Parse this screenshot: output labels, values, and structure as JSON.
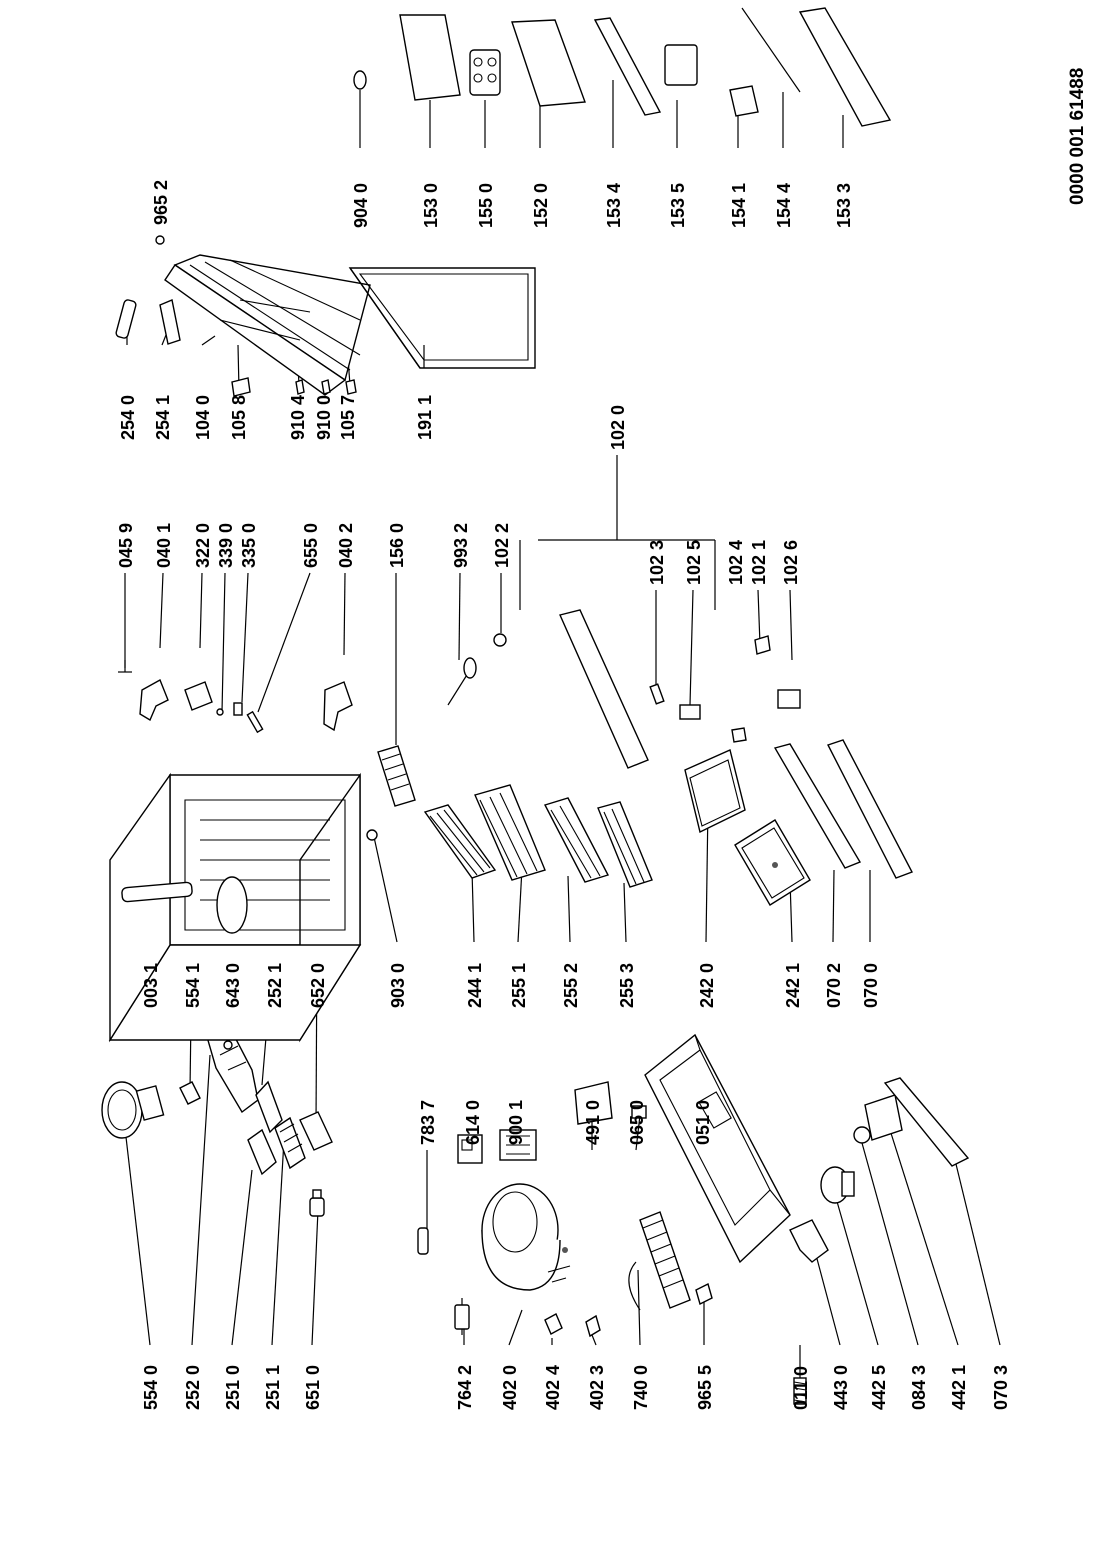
{
  "document_number": "0000 001 61488",
  "labels": {
    "p5540": "554 0",
    "p2520": "252 0",
    "p2510": "251 0",
    "p2511": "251 1",
    "p6510": "651 0",
    "p7642": "764 2",
    "p4020": "402 0",
    "p4024": "402 4",
    "p4023": "402 3",
    "p7400": "740 0",
    "p9655": "965 5",
    "p0110": "011 0",
    "p4430": "443 0",
    "p4425": "442 5",
    "p0843": "084 3",
    "p4421": "442 1",
    "p0703": "070 3",
    "p7837": "783 7",
    "p6140": "614 0",
    "p9001": "900 1",
    "p4910": "491 0",
    "p0650": "065 0",
    "p0510": "051 0",
    "p0031": "003 1",
    "p5541": "554 1",
    "p6430": "643 0",
    "p2521": "252 1",
    "p6520": "652 0",
    "p9030": "903 0",
    "p2441": "244 1",
    "p2551": "255 1",
    "p2552": "255 2",
    "p2553": "255 3",
    "p2420": "242 0",
    "p2421": "242 1",
    "p0702": "070 2",
    "p0700": "070 0",
    "p0459": "045 9",
    "p0401": "040 1",
    "p3220": "322 0",
    "p3390": "339 0",
    "p3350": "335 0",
    "p6550": "655 0",
    "p0402": "040 2",
    "p1560": "156 0",
    "p9932": "993 2",
    "p1022": "102 2",
    "p1023": "102 3",
    "p1025": "102 5",
    "p1024": "102 4",
    "p1021": "102 1",
    "p1026": "102 6",
    "p1020": "102 0",
    "p2540": "254 0",
    "p2541": "254 1",
    "p1040": "104 0",
    "p1058": "105 8",
    "p9104": "910 4",
    "p9100": "910 0",
    "p1057": "105 7",
    "p1911": "191 1",
    "p9652": "965 2",
    "p9040": "904 0",
    "p1530": "153 0",
    "p1550": "155 0",
    "p1520": "152 0",
    "p1534": "153 4",
    "p1535": "153 5",
    "p1541": "154 1",
    "p1544": "154 4",
    "p1533": "153 3"
  }
}
